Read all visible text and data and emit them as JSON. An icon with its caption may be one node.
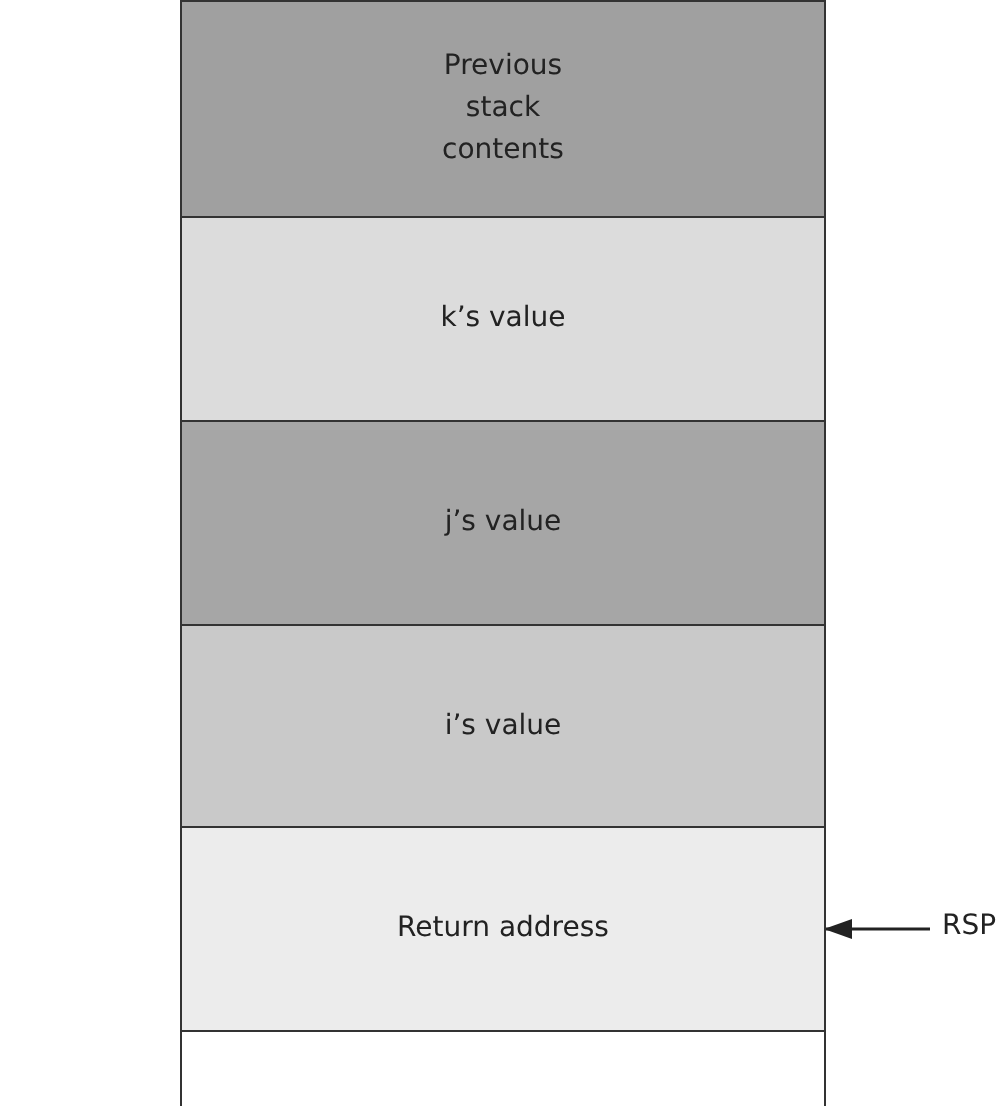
{
  "diagram": {
    "nodes": [
      {
        "text": [
          "Previous stack contents"
        ]
      },
      {
        "text": [
          "k’s value"
        ]
      },
      {
        "text": [
          "j’s value"
        ]
      },
      {
        "text": [
          "i’s value"
        ]
      },
      {
        "text": [
          "Return address"
        ]
      },
      {
        "text": [],
        "shape": "box"
      },
      {
        "text": [
          "RSP"
        ]
      }
    ],
    "edges": [
      {
        "from": 6,
        "to": 4,
        "arrow": "to"
      }
    ]
  }
}
